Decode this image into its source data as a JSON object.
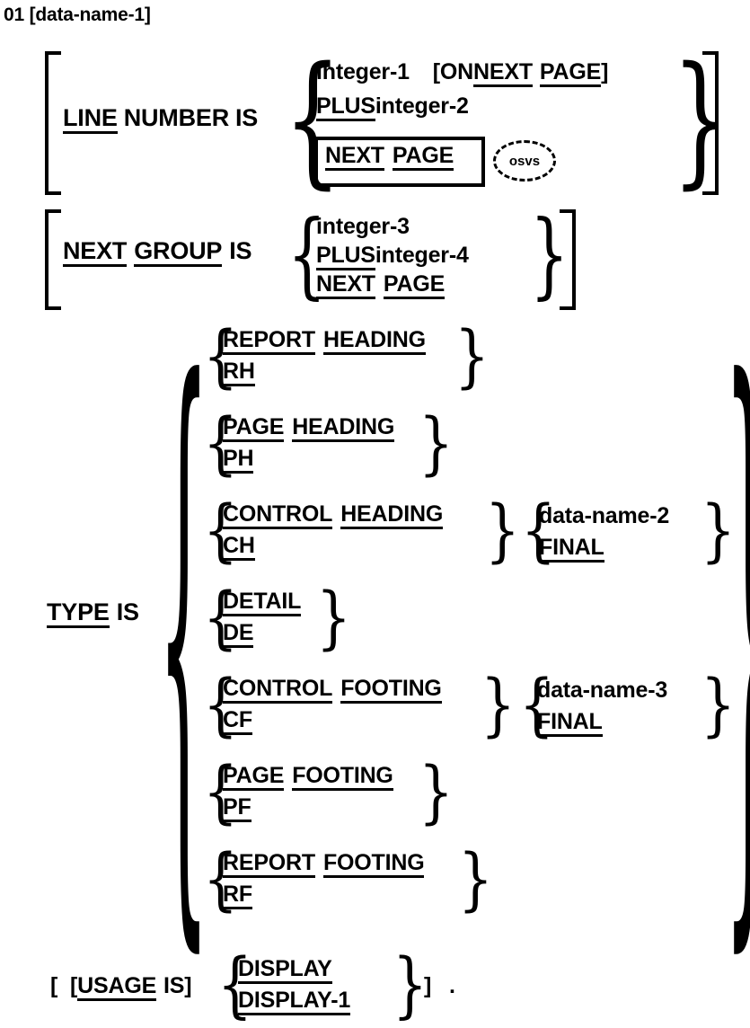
{
  "diagram": {
    "kind": "cobol-syntax-format-diagram",
    "header": "01  [data-name-1]",
    "terminator": ".",
    "clauses": {
      "line_number": {
        "label_words": [
          {
            "text": "LINE",
            "underline": true
          },
          {
            "text": "NUMBER",
            "underline": false
          },
          {
            "text": "IS",
            "underline": false
          }
        ],
        "options": [
          {
            "id": "integer-1",
            "parts": [
              {
                "text": "integer-1",
                "underline": false
              },
              {
                "text": "[ON ",
                "underline": false
              },
              {
                "text": "NEXT",
                "underline": true
              },
              {
                "text": " ",
                "underline": false
              },
              {
                "text": "PAGE",
                "underline": true
              },
              {
                "text": "]",
                "underline": false
              }
            ]
          },
          {
            "id": "plus-integer-2",
            "parts": [
              {
                "text": "PLUS",
                "underline": true
              },
              {
                "text": " integer-2",
                "underline": false
              }
            ]
          },
          {
            "id": "next-page-boxed",
            "boxed": true,
            "annotation": "osvs",
            "parts": [
              {
                "text": "NEXT",
                "underline": true
              },
              {
                "text": " ",
                "underline": false
              },
              {
                "text": "PAGE",
                "underline": true
              }
            ]
          }
        ]
      },
      "next_group": {
        "label_words": [
          {
            "text": "NEXT",
            "underline": true
          },
          {
            "text": "GROUP",
            "underline": true
          },
          {
            "text": "IS",
            "underline": false
          }
        ],
        "options": [
          {
            "id": "integer-3",
            "parts": [
              {
                "text": "integer-3",
                "underline": false
              }
            ]
          },
          {
            "id": "plus-integer-4",
            "parts": [
              {
                "text": "PLUS",
                "underline": true
              },
              {
                "text": " integer-4",
                "underline": false
              }
            ]
          },
          {
            "id": "next-page",
            "parts": [
              {
                "text": "NEXT",
                "underline": true
              },
              {
                "text": " ",
                "underline": false
              },
              {
                "text": "PAGE",
                "underline": true
              }
            ]
          }
        ]
      },
      "type": {
        "label_words": [
          {
            "text": "TYPE",
            "underline": true
          },
          {
            "text": "IS",
            "underline": false
          }
        ],
        "rows": [
          {
            "id": "report-heading",
            "long": "REPORT HEADING",
            "short": "RH",
            "long_parts": [
              {
                "text": "REPORT",
                "underline": true
              },
              {
                "text": "HEADING",
                "underline": true
              }
            ],
            "qualifier": null
          },
          {
            "id": "page-heading",
            "long": "PAGE HEADING",
            "short": "PH",
            "long_parts": [
              {
                "text": "PAGE",
                "underline": true
              },
              {
                "text": "HEADING",
                "underline": true
              }
            ],
            "qualifier": null
          },
          {
            "id": "control-heading",
            "long": "CONTROL HEADING",
            "short": "CH",
            "long_parts": [
              {
                "text": "CONTROL",
                "underline": true
              },
              {
                "text": "HEADING",
                "underline": true
              }
            ],
            "qualifier": {
              "first": "data-name-2",
              "first_underline": false,
              "second": "FINAL",
              "second_underline": true
            }
          },
          {
            "id": "detail",
            "long": "DETAIL",
            "short": "DE",
            "long_parts": [
              {
                "text": "DETAIL",
                "underline": true
              }
            ],
            "qualifier": null
          },
          {
            "id": "control-footing",
            "long": "CONTROL FOOTING",
            "short": "CF",
            "long_parts": [
              {
                "text": "CONTROL",
                "underline": true
              },
              {
                "text": "FOOTING",
                "underline": true
              }
            ],
            "qualifier": {
              "first": "data-name-3",
              "first_underline": false,
              "second": "FINAL",
              "second_underline": true
            }
          },
          {
            "id": "page-footing",
            "long": "PAGE FOOTING",
            "short": "PF",
            "long_parts": [
              {
                "text": "PAGE",
                "underline": true
              },
              {
                "text": "FOOTING",
                "underline": true
              }
            ],
            "qualifier": null
          },
          {
            "id": "report-footing",
            "long": "REPORT FOOTING",
            "short": "RF",
            "long_parts": [
              {
                "text": "REPORT",
                "underline": true
              },
              {
                "text": "FOOTING",
                "underline": true
              }
            ],
            "qualifier": null
          }
        ]
      },
      "usage": {
        "open_bracket": "[",
        "inner_open_bracket": "[",
        "keyword": "USAGE",
        "is_word": "IS",
        "inner_close_bracket": "]",
        "options": [
          {
            "id": "display",
            "text": "DISPLAY",
            "underline": true
          },
          {
            "id": "display-1",
            "text": "DISPLAY-1",
            "underline": true
          }
        ],
        "close_bracket": "]",
        "period": "."
      }
    }
  },
  "glyphs": {
    "bracket_open": "[",
    "bracket_close": "]",
    "brace_open": "{",
    "brace_close": "}"
  },
  "colors": {
    "ink": "#000000",
    "paper": "#ffffff"
  }
}
